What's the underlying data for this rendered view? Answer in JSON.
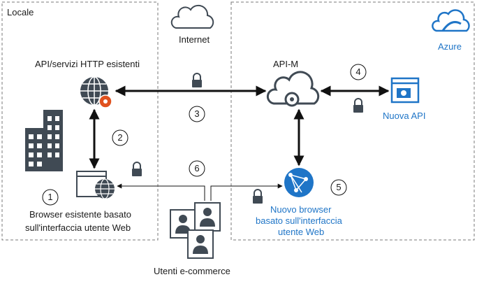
{
  "zones": {
    "locale": "Locale",
    "internet": "Internet",
    "azure": "Azure"
  },
  "nodes": {
    "existing_api": "API/servizi HTTP esistenti",
    "apim": "API-M",
    "new_api": "Nuova API",
    "existing_browser_1": "Browser esistente basato",
    "existing_browser_2": "sull'interfaccia utente Web",
    "new_browser_1": "Nuovo browser",
    "new_browser_2": "basato sull'interfaccia",
    "new_browser_3": "utente Web",
    "users": "Utenti e-commerce"
  },
  "steps": {
    "s1": "1",
    "s2": "2",
    "s3": "3",
    "s4": "4",
    "s5": "5",
    "s6": "6"
  },
  "colors": {
    "icon_dark": "#404a54",
    "azure_blue": "#1f75c7",
    "gear_orange": "#e0521f",
    "border_gray": "#7a7a7a"
  }
}
